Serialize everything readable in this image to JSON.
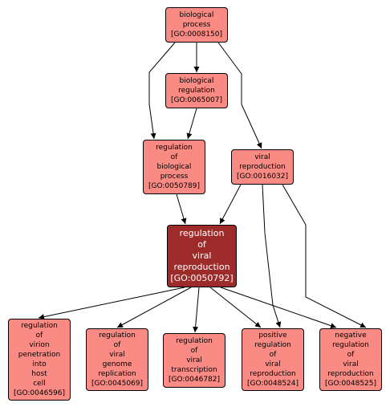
{
  "graph": {
    "nodes": [
      {
        "id": "n_bp",
        "name": "node-biological-process",
        "label": "biological\nprocess\n[GO:0008150]",
        "fill": "#fa8a84",
        "focus": false
      },
      {
        "id": "n_br",
        "name": "node-biological-regulation",
        "label": "biological\nregulation\n[GO:0065007]",
        "fill": "#fa8a84",
        "focus": false
      },
      {
        "id": "n_rbp",
        "name": "node-regulation-of-biological-process",
        "label": "regulation\nof\nbiological\nprocess\n[GO:0050789]",
        "fill": "#fa8a84",
        "focus": false
      },
      {
        "id": "n_vr",
        "name": "node-viral-reproduction",
        "label": "viral\nreproduction\n[GO:0016032]",
        "fill": "#fa8a84",
        "focus": false
      },
      {
        "id": "n_rvr",
        "name": "node-regulation-of-viral-reproduction",
        "label": "regulation\nof\nviral\nreproduction\n[GO:0050792]",
        "fill": "#9c2b2a",
        "focus": true
      },
      {
        "id": "n_rvphc",
        "name": "node-regulation-of-virion-penetration",
        "label": "regulation\nof\nvirion\npenetration\ninto\nhost\ncell\n[GO:0046596]",
        "fill": "#fa8a84",
        "focus": false
      },
      {
        "id": "n_rvgr",
        "name": "node-regulation-of-viral-genome-replication",
        "label": "regulation\nof\nviral\ngenome\nreplication\n[GO:0045069]",
        "fill": "#fa8a84",
        "focus": false
      },
      {
        "id": "n_rvt",
        "name": "node-regulation-of-viral-transcription",
        "label": "regulation\nof\nviral\ntranscription\n[GO:0046782]",
        "fill": "#fa8a84",
        "focus": false
      },
      {
        "id": "n_prvr",
        "name": "node-positive-regulation-of-viral-reproduction",
        "label": "positive\nregulation\nof\nviral\nreproduction\n[GO:0048524]",
        "fill": "#fa8a84",
        "focus": false
      },
      {
        "id": "n_nrvr",
        "name": "node-negative-regulation-of-viral-reproduction",
        "label": "negative\nregulation\nof\nviral\nreproduction\n[GO:0048525]",
        "fill": "#fa8a84",
        "focus": false
      }
    ],
    "edges": [
      {
        "from": "n_bp",
        "to": "n_br"
      },
      {
        "from": "n_bp",
        "to": "n_rbp"
      },
      {
        "from": "n_bp",
        "to": "n_vr"
      },
      {
        "from": "n_br",
        "to": "n_rbp"
      },
      {
        "from": "n_rbp",
        "to": "n_rvr"
      },
      {
        "from": "n_vr",
        "to": "n_rvr"
      },
      {
        "from": "n_vr",
        "to": "n_prvr"
      },
      {
        "from": "n_vr",
        "to": "n_nrvr"
      },
      {
        "from": "n_rvr",
        "to": "n_rvphc"
      },
      {
        "from": "n_rvr",
        "to": "n_rvgr"
      },
      {
        "from": "n_rvr",
        "to": "n_rvt"
      },
      {
        "from": "n_rvr",
        "to": "n_prvr"
      },
      {
        "from": "n_rvr",
        "to": "n_nrvr"
      }
    ],
    "colors": {
      "node_fill": "#fa8a84",
      "focus_fill": "#9c2b2a",
      "edge": "#000000"
    }
  }
}
